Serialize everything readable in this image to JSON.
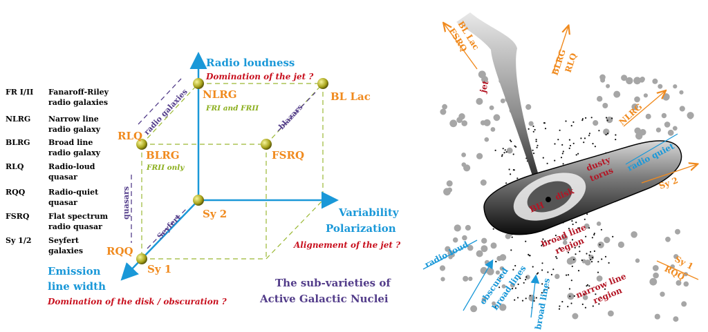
{
  "legend": [
    {
      "abbr": "FR I/II",
      "line1": "Fanaroff-Riley",
      "line2": "radio galaxies"
    },
    {
      "abbr": "NLRG",
      "line1": "Narrow line",
      "line2": "radio galaxy"
    },
    {
      "abbr": "BLRG",
      "line1": "Broad line",
      "line2": "radio galaxy"
    },
    {
      "abbr": "RLQ",
      "line1": "Radio-loud",
      "line2": "quasar"
    },
    {
      "abbr": "RQQ",
      "line1": "Radio-quiet",
      "line2": "quasar"
    },
    {
      "abbr": "FSRQ",
      "line1": "Flat spectrum",
      "line2": "radio quasar"
    },
    {
      "abbr": "Sy 1/2",
      "line1": "Seyfert",
      "line2": "galaxies"
    }
  ],
  "axes": {
    "radio": {
      "label": "Radio loudness",
      "sub": "Domination of the jet ?"
    },
    "variability": {
      "label1": "Variability",
      "label2": "Polarization",
      "sub": "Alignement of the jet ?"
    },
    "emission": {
      "label1": "Emission",
      "label2": "line width",
      "sub": "Domination of the disk / obscuration ?"
    }
  },
  "classes": {
    "nlrg": "NLRG",
    "nlrg_sub": "FRI and FRII",
    "bllac": "BL Lac",
    "rlq": "RLQ",
    "blrg": "BLRG",
    "blrg_sub": "FRII only",
    "fsrq": "FSRQ",
    "sy2": "Sy 2",
    "rqq": "RQQ",
    "sy1": "Sy 1"
  },
  "groups": {
    "radio_galaxies": "radio galaxies",
    "blazars": "blazars",
    "quasars": "quasars",
    "seyfert": "Seyfert"
  },
  "title": {
    "line1": "The sub-varieties of",
    "line2": "Active Galactic Nuclei"
  },
  "schematic": {
    "jet": "jet",
    "dusty": "dusty",
    "torus": "torus",
    "bh": "BH",
    "disk": "disk",
    "broad_line": "broad line",
    "broad_region": "region",
    "narrow_line": "narrow line",
    "narrow_region": "region",
    "radio_quiet": "radio quiet",
    "radio_loud": "radio loud",
    "obscured": "obscured",
    "obscured_lines": "broad lines",
    "broad_lines": "broad lines",
    "view_bllac1": "BL Lac",
    "view_bllac2": "FSRQ",
    "view_blrg1": "BLRG",
    "view_blrg2": "RLQ",
    "view_nlrg": "NLRG",
    "view_sy2": "Sy 2",
    "view_sy1a": "Sy 1",
    "view_sy1b": "RQQ"
  },
  "colors": {
    "axis": "#1a98d8",
    "class": "#f08a1e",
    "sub": "#8caf1f",
    "group": "#533d8a",
    "red": "#c8101e",
    "dash": "#9ab832"
  }
}
